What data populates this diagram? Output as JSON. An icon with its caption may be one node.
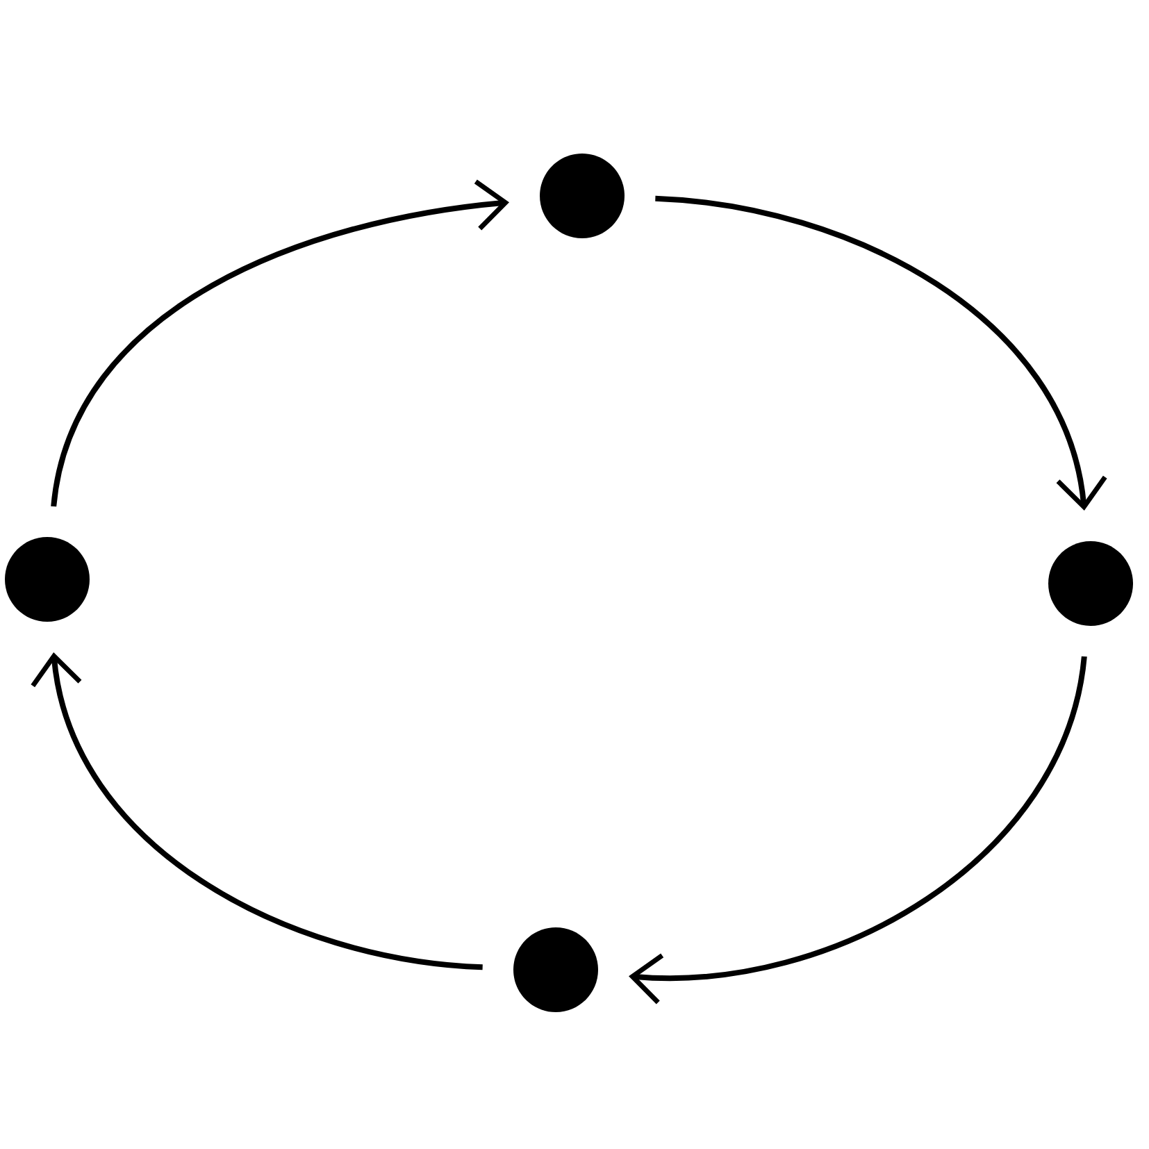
{
  "diagram": {
    "nodes": [
      {
        "text": [],
        "shape": "circle"
      },
      {
        "text": [],
        "shape": "circle"
      },
      {
        "text": [],
        "shape": "circle"
      },
      {
        "text": [],
        "shape": "circle"
      }
    ],
    "edges": [
      {
        "from": 1,
        "to": 0,
        "arrow": "to"
      },
      {
        "from": 0,
        "to": 2,
        "arrow": "to"
      },
      {
        "from": 2,
        "to": 3,
        "arrow": "to"
      },
      {
        "from": 3,
        "to": 1,
        "arrow": "to"
      }
    ]
  }
}
